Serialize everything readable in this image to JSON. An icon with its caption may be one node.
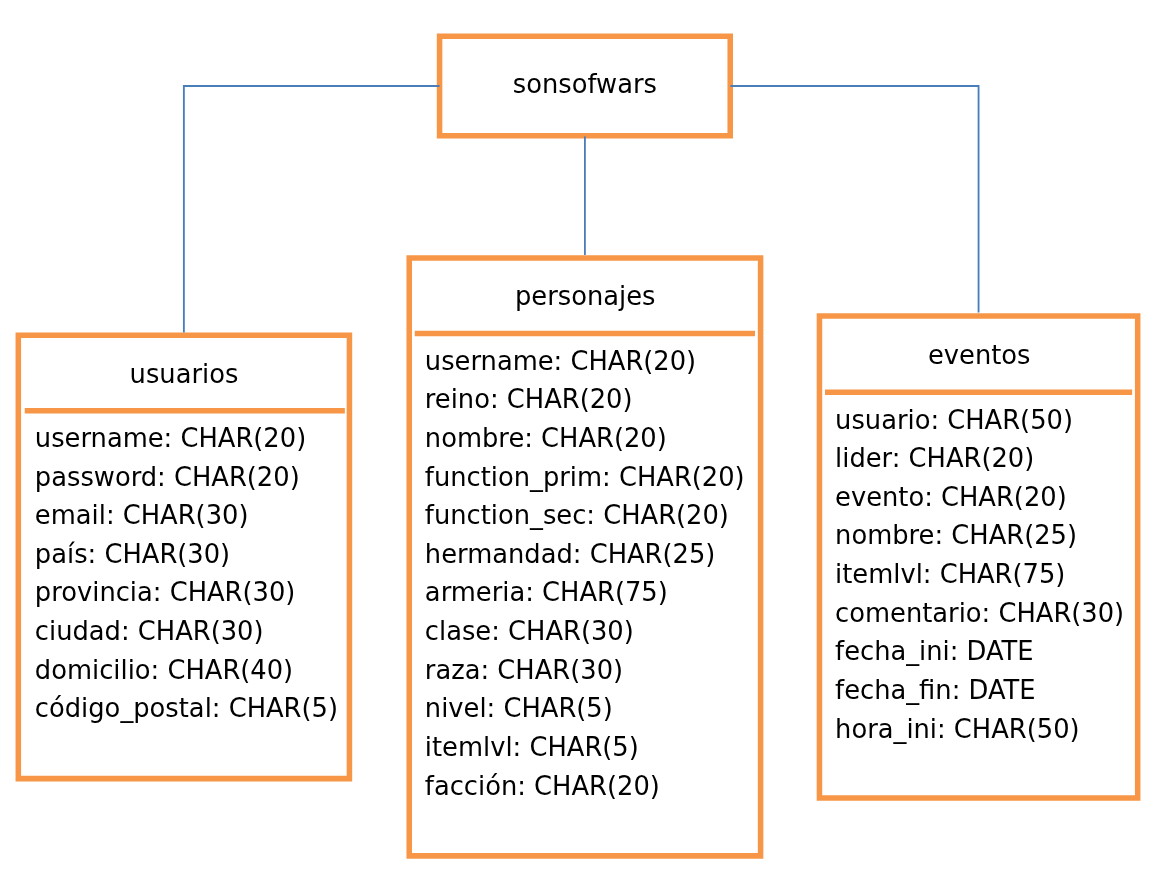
{
  "diagram": {
    "nodes": [
      {
        "text": [
          "sonsofwars"
        ]
      },
      {
        "text": [
          "usuarios",
          "username: CHAR(20)",
          "password: CHAR(20)",
          "email: CHAR(30)",
          "país: CHAR(30)",
          "provincia: CHAR(30)",
          "ciudad: CHAR(30)",
          "domicilio: CHAR(40)",
          "código_postal: CHAR(5)"
        ]
      },
      {
        "text": [
          "personajes",
          "username: CHAR(20)",
          "reino: CHAR(20)",
          "nombre: CHAR(20)",
          "function_prim: CHAR(20)",
          "function_sec: CHAR(20)",
          "hermandad: CHAR(25)",
          "armeria: CHAR(75)",
          "clase: CHAR(30)",
          "raza: CHAR(30)",
          "nivel: CHAR(5)",
          "itemlvl: CHAR(5)",
          "facción: CHAR(20)"
        ]
      },
      {
        "text": [
          "eventos",
          "usuario: CHAR(50)",
          "lider: CHAR(20)",
          "evento: CHAR(20)",
          "nombre: CHAR(25)",
          "itemlvl: CHAR(75)",
          "comentario: CHAR(30)",
          "fecha_ini: DATE",
          "fecha_fin: DATE",
          "hora_ini: CHAR(50)"
        ]
      }
    ],
    "edges": [
      {
        "from": 0,
        "to": 1,
        "arrow": "none"
      },
      {
        "from": 0,
        "to": 2,
        "arrow": "none"
      },
      {
        "from": 0,
        "to": 3,
        "arrow": "none"
      }
    ]
  }
}
